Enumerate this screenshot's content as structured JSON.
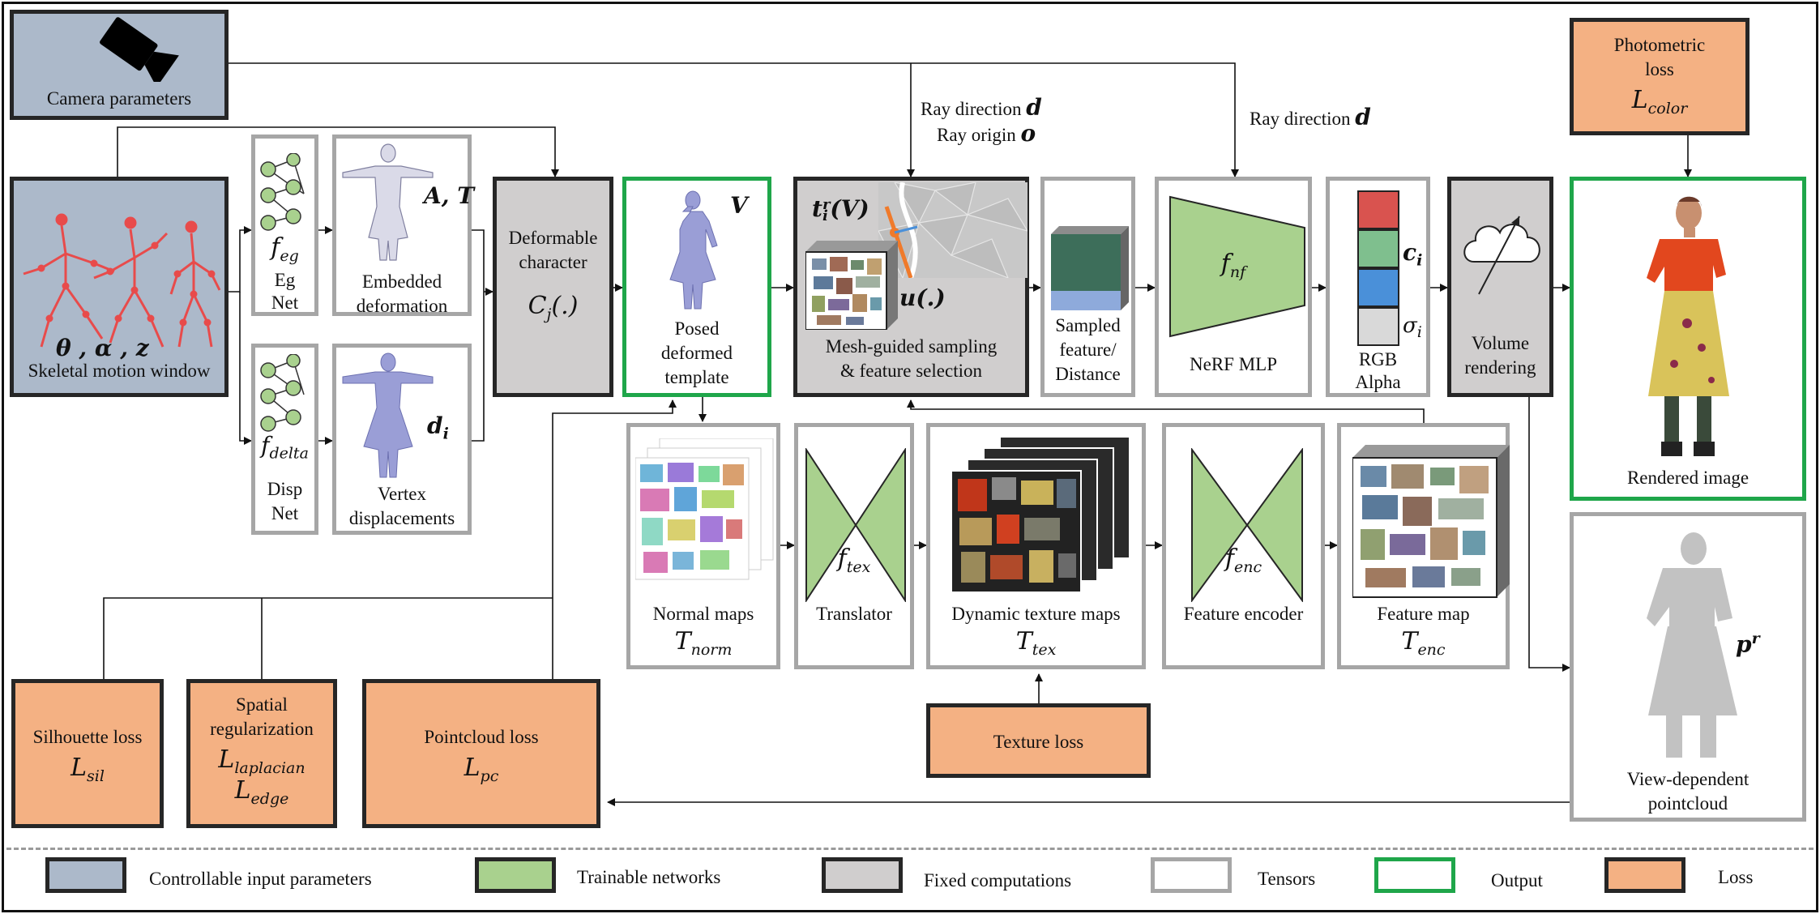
{
  "camera": {
    "label": "Camera parameters"
  },
  "skeleton": {
    "label": "Skeletal motion window",
    "symbols": "θ  , α  , z"
  },
  "eg_net": {
    "symbol": "f",
    "sub": "eg",
    "label1": "Eg",
    "label2": "Net"
  },
  "disp_net": {
    "symbol": "f",
    "sub": "delta",
    "label1": "Disp",
    "label2": "Net"
  },
  "embedded": {
    "symbol": "A, T",
    "label1": "Embedded",
    "label2": "deformation"
  },
  "vertex": {
    "symbol": "d",
    "sub": "i",
    "label1": "Vertex",
    "label2": "displacements"
  },
  "deformable": {
    "label1": "Deformable",
    "label2": "character",
    "symbol": "C",
    "sub": "j",
    "arg": "(.)"
  },
  "posed": {
    "symbol": "V",
    "label1": "Posed",
    "label2": "deformed",
    "label3": "template"
  },
  "mesh_sampling": {
    "sym_t": "t",
    "sub": "i",
    "sup": "r",
    "arg": "(V)",
    "sym_u": "u(.)",
    "label1": "Mesh-guided sampling",
    "label2": "& feature selection"
  },
  "ray1": {
    "line1": "Ray direction",
    "sym1": "d",
    "line2": "Ray origin",
    "sym2": "o"
  },
  "ray2": {
    "line1": "Ray direction",
    "sym1": "d"
  },
  "sampled": {
    "label1": "Sampled",
    "label2": "feature/",
    "label3": "Distance"
  },
  "nerf": {
    "symbol": "f",
    "sub": "nf",
    "label": "NeRF MLP"
  },
  "rgb": {
    "sym_c": "c",
    "sub_c": "i",
    "sym_s": "σ",
    "sub_s": "i",
    "label1": "RGB",
    "label2": "Alpha"
  },
  "volume": {
    "label1": "Volume",
    "label2": "rendering"
  },
  "photometric": {
    "label1": "Photometric",
    "label2": "loss",
    "symbol": "L",
    "sub": "color"
  },
  "rendered": {
    "label": "Rendered image"
  },
  "pointcloud": {
    "symbol": "p",
    "sup": "r",
    "label1": "View-dependent",
    "label2": "pointcloud"
  },
  "normal_maps": {
    "label": "Normal maps",
    "symbol": "T",
    "sub": "norm"
  },
  "translator": {
    "symbol": "f",
    "sub": "tex",
    "label": "Translator"
  },
  "dyn_tex": {
    "label": "Dynamic texture maps",
    "symbol": "T",
    "sub": "tex"
  },
  "encoder": {
    "symbol": "f",
    "sub": "enc",
    "label": "Feature encoder"
  },
  "feature_map": {
    "label": "Feature map",
    "symbol": "T",
    "sub": "enc"
  },
  "texture_loss": {
    "label": "Texture loss"
  },
  "sil_loss": {
    "label": "Silhouette loss",
    "symbol": "L",
    "sub": "sil"
  },
  "spatial": {
    "label1": "Spatial",
    "label2": "regularization",
    "symbol1": "L",
    "sub1": "laplacian",
    "symbol2": "L",
    "sub2": "edge"
  },
  "pc_loss": {
    "label": "Pointcloud loss",
    "symbol": "L",
    "sub": "pc"
  },
  "legend": [
    {
      "label": "Controllable input parameters",
      "kind": "input"
    },
    {
      "label": "Trainable networks",
      "kind": "train"
    },
    {
      "label": "Fixed computations",
      "kind": "fixed"
    },
    {
      "label": "Tensors",
      "kind": "tensor"
    },
    {
      "label": "Output",
      "kind": "output"
    },
    {
      "label": "Loss",
      "kind": "loss"
    }
  ],
  "colors": {
    "input": "#acb9ca",
    "train": "#a9d18e",
    "fixed": "#d0cece",
    "tensor": "#a6a6a6",
    "output": "#1fa64a",
    "loss": "#f4b183"
  }
}
